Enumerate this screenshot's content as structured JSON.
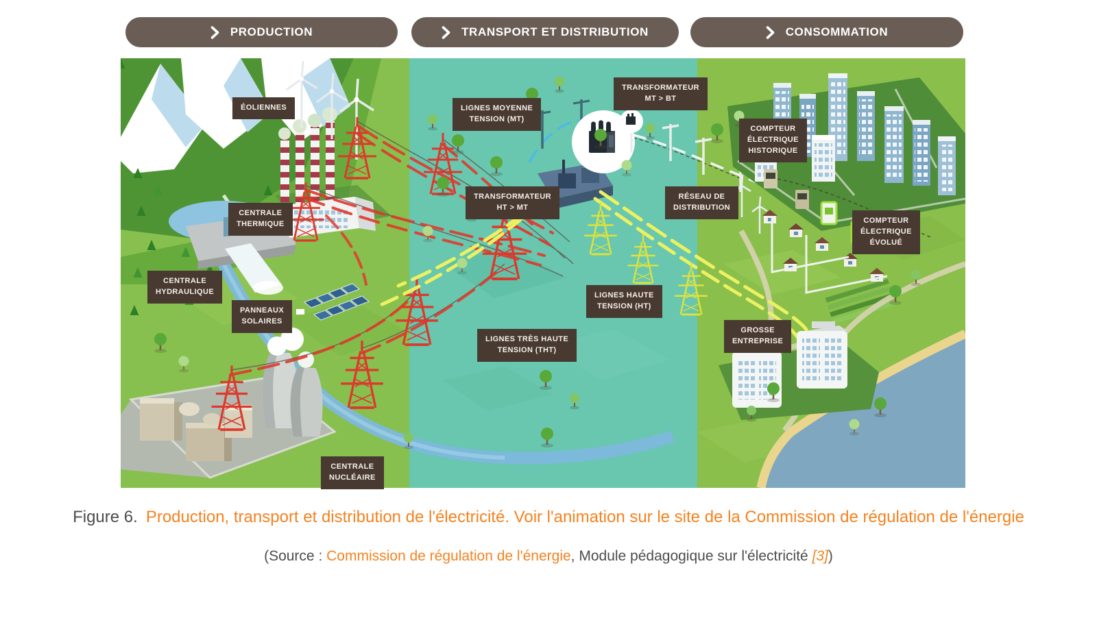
{
  "banners": [
    {
      "label": "PRODUCTION"
    },
    {
      "label": "TRANSPORT ET DISTRIBUTION"
    },
    {
      "label": "CONSOMMATION"
    }
  ],
  "icons": {
    "banner_chevron": "chevron-right",
    "transformer_callout": "transformer-icon"
  },
  "diagram": {
    "labels": {
      "eoliennes": "ÉOLIENNES",
      "centrale_thermique": "CENTRALE\nTHERMIQUE",
      "centrale_hydraulique": "CENTRALE\nHYDRAULIQUE",
      "panneaux_solaires": "PANNEAUX\nSOLAIRES",
      "centrale_nucleaire": "CENTRALE\nNUCLÉAIRE",
      "lignes_moyenne_tension": "LIGNES MOYENNE\nTENSION (MT)",
      "transformateur_mt_bt": "TRANSFORMATEUR\nMT > BT",
      "transformateur_ht_mt": "TRANSFORMATEUR\nHT > MT",
      "reseau_de_distribution": "RÉSEAU DE\nDISTRIBUTION",
      "lignes_haute_tension": "LIGNES HAUTE\nTENSION (HT)",
      "lignes_tres_haute_tension": "LIGNES TRÈS HAUTE\nTENSION (THT)",
      "compteur_historique": "COMPTEUR\nÉLECTRIQUE\nHISTORIQUE",
      "compteur_evolue": "COMPTEUR\nÉLECTRIQUE\nÉVOLUÉ",
      "grosse_entreprise": "GROSSE\nENTREPRISE"
    }
  },
  "caption": {
    "figure_label": "Figure 6.",
    "link_text": "Production, transport et distribution de l'électricité. Voir l'animation sur le site de la Commission de régulation de l'énergie"
  },
  "source": {
    "prefix": "(Source : ",
    "link_text": "Commission de régulation de l'énergie",
    "middle": ", Module pédagogique sur l'électricité ",
    "ref": "[3]",
    "suffix": ")"
  },
  "colors": {
    "banner_brown": "#6a5d55",
    "label_brown": "#483931",
    "zone_production": "#87c04e",
    "zone_transport": "#68c7ae",
    "zone_consommation": "#8abf4c",
    "line_tht_red": "#e0392c",
    "line_ht_yellow": "#edf161",
    "line_mt_blue": "#4fb9e6",
    "sea_blue": "#7fa7bf",
    "sand": "#ead58f",
    "link_orange": "#f5821f",
    "text_gray": "#4c4c4e"
  }
}
